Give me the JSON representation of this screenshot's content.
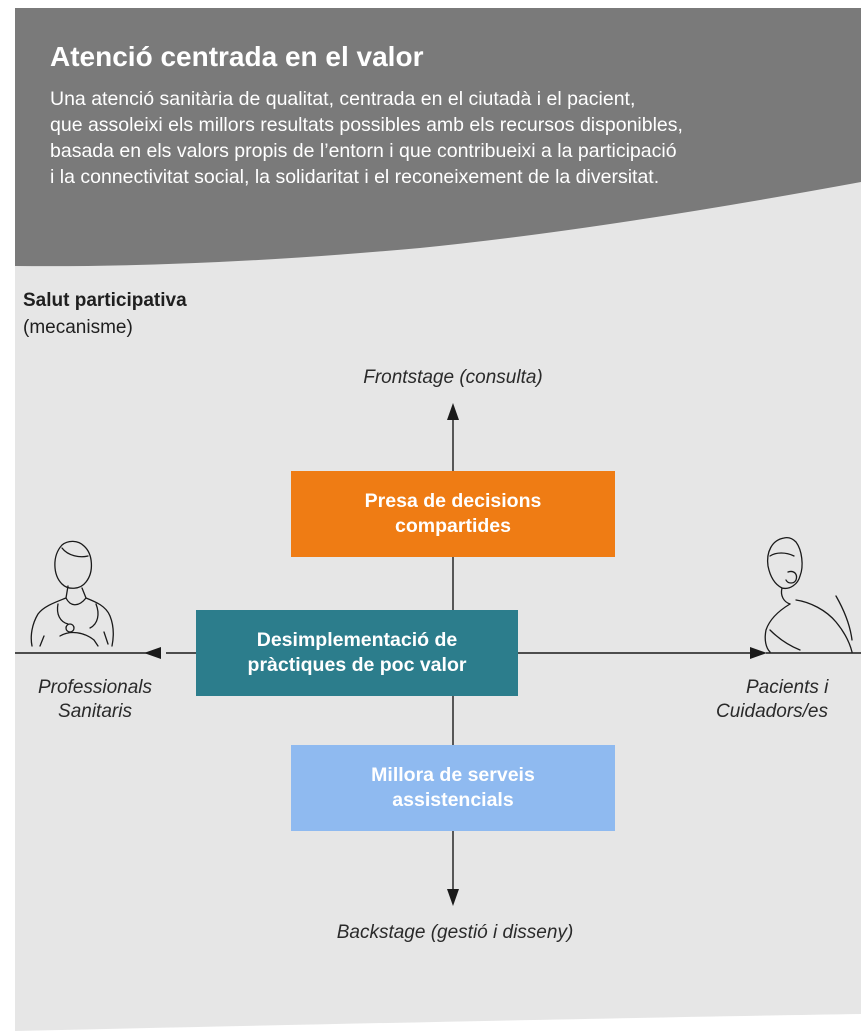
{
  "header": {
    "title": "Atenció centrada en el valor",
    "description_lines": [
      "Una atenció sanitària de qualitat, centrada en el ciutadà i el pacient,",
      "que assoleixi els millors resultats possibles amb els recursos disponibles,",
      "basada en els valors propis de l’entorn i que contribueixi a la participació",
      "i la connectivitat social, la solidaritat i el reconeixement de la diversitat."
    ]
  },
  "section": {
    "title": "Salut participativa",
    "subtitle": "(mecanisme)"
  },
  "axes": {
    "top": "Frontstage (consulta)",
    "bottom": "Backstage (gestió i disseny)",
    "left_lines": [
      "Professionals",
      "Sanitaris"
    ],
    "right_lines": [
      "Pacients i",
      "Cuidadors/es"
    ]
  },
  "boxes": {
    "top": {
      "lines": [
        "Presa de decisions",
        "compartides"
      ],
      "color": "#ef7c14"
    },
    "middle": {
      "lines": [
        "Desimplementació de",
        "pràctiques de poc valor"
      ],
      "color": "#2c7d8c"
    },
    "bottom": {
      "lines": [
        "Millora de serveis",
        "assistencials"
      ],
      "color": "#8fbaf0"
    }
  },
  "icons": {
    "left": "doctor-with-stethoscope-icon",
    "right": "elderly-patient-icon"
  },
  "colors": {
    "header_band": "#7a7a7a",
    "content_panel": "#e6e6e6",
    "line": "#1a1a1a"
  }
}
